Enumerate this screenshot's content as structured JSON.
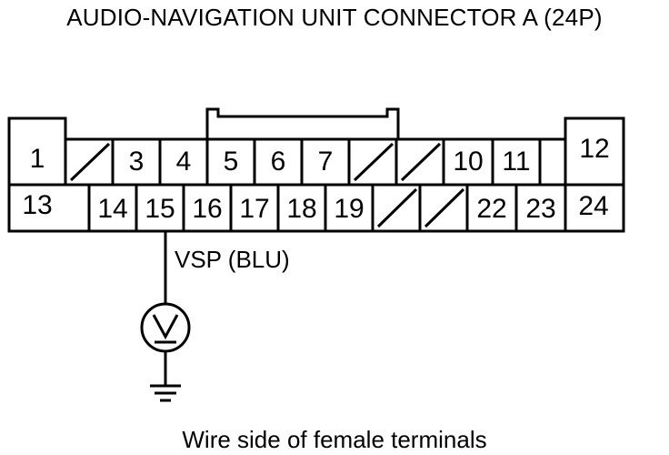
{
  "title": "AUDIO-NAVIGATION UNIT CONNECTOR A (24P)",
  "caption": "Wire side of female terminals",
  "wire_label": "VSP (BLU)",
  "pins": {
    "p1": "1",
    "p3": "3",
    "p4": "4",
    "p5": "5",
    "p6": "6",
    "p7": "7",
    "p10": "10",
    "p11": "11",
    "p12": "12",
    "p13": "13",
    "p14": "14",
    "p15": "15",
    "p16": "16",
    "p17": "17",
    "p18": "18",
    "p19": "19",
    "p22": "22",
    "p23": "23",
    "p24": "24"
  },
  "meter_icon": "voltmeter-icon",
  "ground_icon": "ground-icon",
  "colors": {
    "line": "#000000",
    "background": "#ffffff"
  }
}
